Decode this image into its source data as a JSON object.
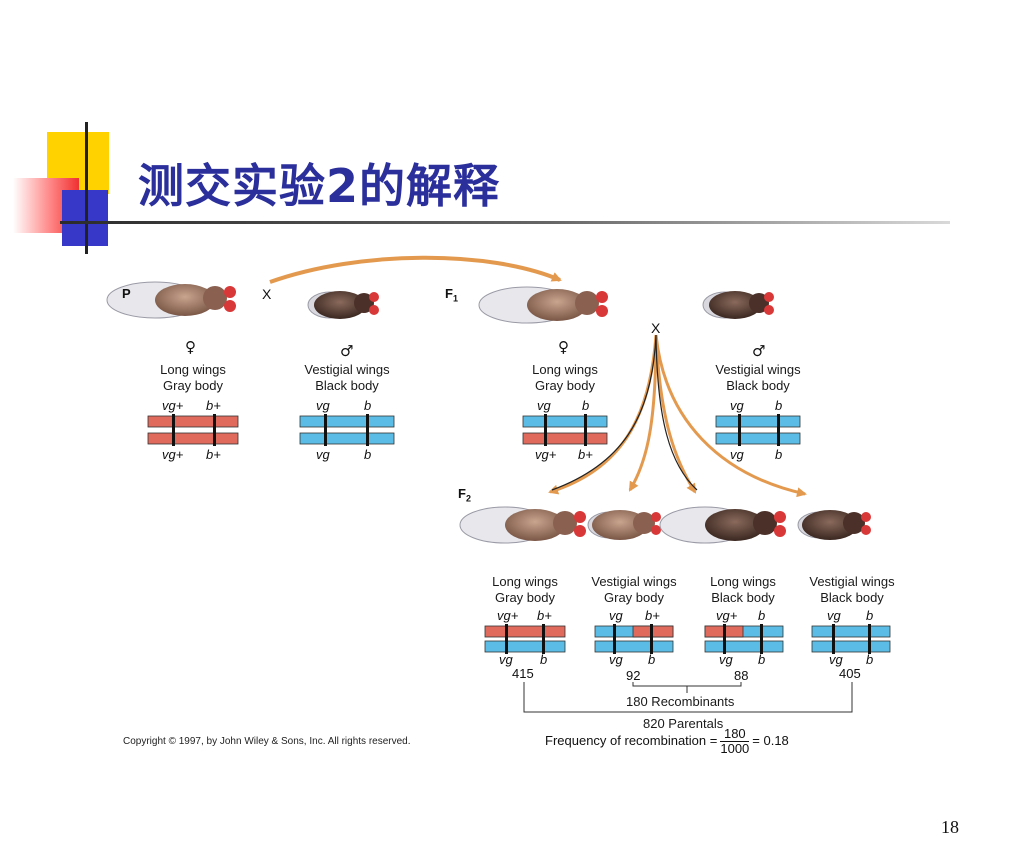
{
  "slide": {
    "title": "测交实验2的解释",
    "page_number": "18",
    "colors": {
      "title": "#2b2f9c",
      "chrom_red": "#e06b5c",
      "chrom_blue": "#5bbde6",
      "arrow": "#e39a4f"
    }
  },
  "figure": {
    "gen_p": "P",
    "gen_f1": "F",
    "gen_f1_sub": "1",
    "gen_f2": "F",
    "gen_f2_sub": "2",
    "cross_symbol": "X",
    "female_symbol": "♀",
    "male_symbol": "♂",
    "p_female": {
      "line1": "Long wings",
      "line2": "Gray body",
      "top_vg": "vg+",
      "top_b": "b+",
      "bot_vg": "vg+",
      "bot_b": "b+"
    },
    "p_male": {
      "line1": "Vestigial wings",
      "line2": "Black body",
      "top_vg": "vg",
      "top_b": "b",
      "bot_vg": "vg",
      "bot_b": "b"
    },
    "f1_female": {
      "line1": "Long wings",
      "line2": "Gray body",
      "top_vg": "vg",
      "top_b": "b",
      "bot_vg": "vg+",
      "bot_b": "b+"
    },
    "f1_male": {
      "line1": "Vestigial wings",
      "line2": "Black body",
      "top_vg": "vg",
      "top_b": "b",
      "bot_vg": "vg",
      "bot_b": "b"
    },
    "f2": [
      {
        "line1": "Long wings",
        "line2": "Gray body",
        "top_vg": "vg+",
        "top_b": "b+",
        "bot_vg": "vg",
        "bot_b": "b",
        "count": "415"
      },
      {
        "line1": "Vestigial wings",
        "line2": "Gray body",
        "top_vg": "vg",
        "top_b": "b+",
        "bot_vg": "vg",
        "bot_b": "b",
        "count": "92"
      },
      {
        "line1": "Long wings",
        "line2": "Black body",
        "top_vg": "vg+",
        "top_b": "b",
        "bot_vg": "vg",
        "bot_b": "b",
        "count": "88"
      },
      {
        "line1": "Vestigial wings",
        "line2": "Black body",
        "top_vg": "vg",
        "top_b": "b",
        "bot_vg": "vg",
        "bot_b": "b",
        "count": "405"
      }
    ],
    "recombinants_label": "180 Recombinants",
    "parentals_label": "820 Parentals",
    "freq_label": "Frequency of recombination =",
    "freq_num": "180",
    "freq_den": "1000",
    "freq_result": "= 0.18",
    "copyright": "Copyright © 1997, by John Wiley & Sons, Inc. All rights reserved."
  }
}
